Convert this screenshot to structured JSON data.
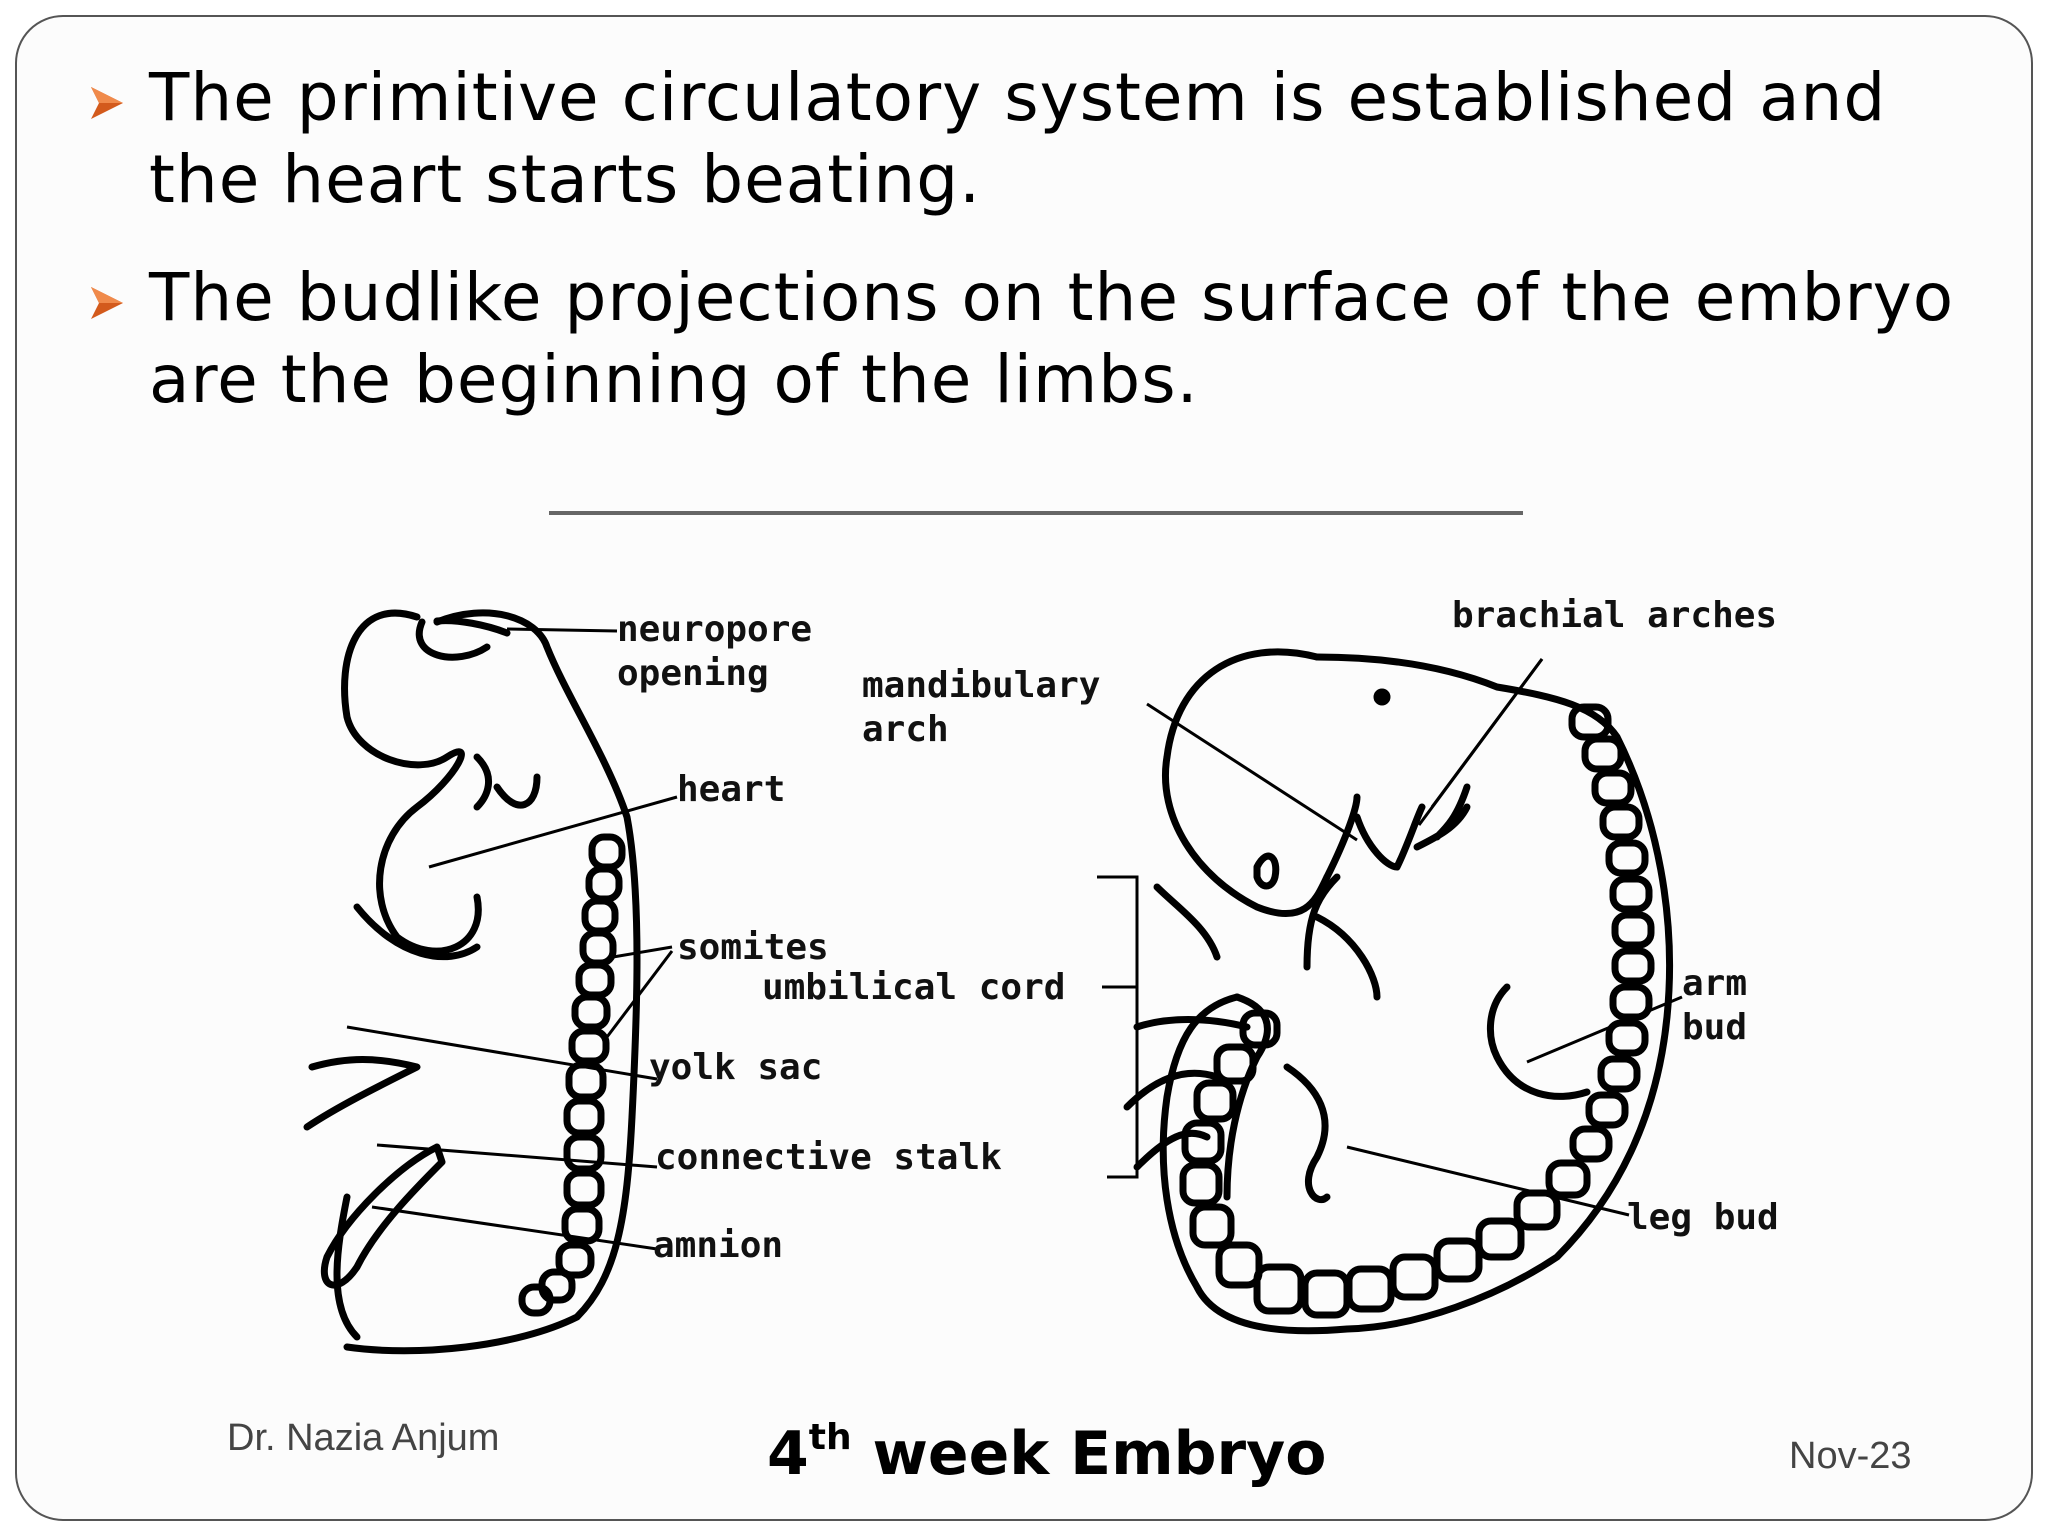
{
  "bullets": [
    {
      "line1": "The primitive circulatory system is established and",
      "line2": "the heart starts beating."
    },
    {
      "line1": "The budlike projections on the surface of the embryo",
      "line2": "are the beginning of the limbs."
    }
  ],
  "diagram_labels": {
    "neuropore1": "neuropore",
    "neuropore2": "opening",
    "heart": "heart",
    "somites": "somites",
    "umbilical_cord": "umbilical cord",
    "yolk_sac": "yolk sac",
    "connective_stalk": "connective stalk",
    "amnion": "amnion",
    "brachial_arches": "brachial arches",
    "mandibulary1": "mandibulary",
    "mandibulary2": "arch",
    "arm1": "arm",
    "arm2": "bud",
    "leg_bud": "leg bud"
  },
  "footer": {
    "author": "Dr. Nazia Anjum",
    "caption_num": "4",
    "caption_sup": "th",
    "caption_rest": " week Embryo",
    "date": "Nov-23"
  },
  "colors": {
    "bullet_arrow": "#d35a1c",
    "frame": "#555555"
  }
}
